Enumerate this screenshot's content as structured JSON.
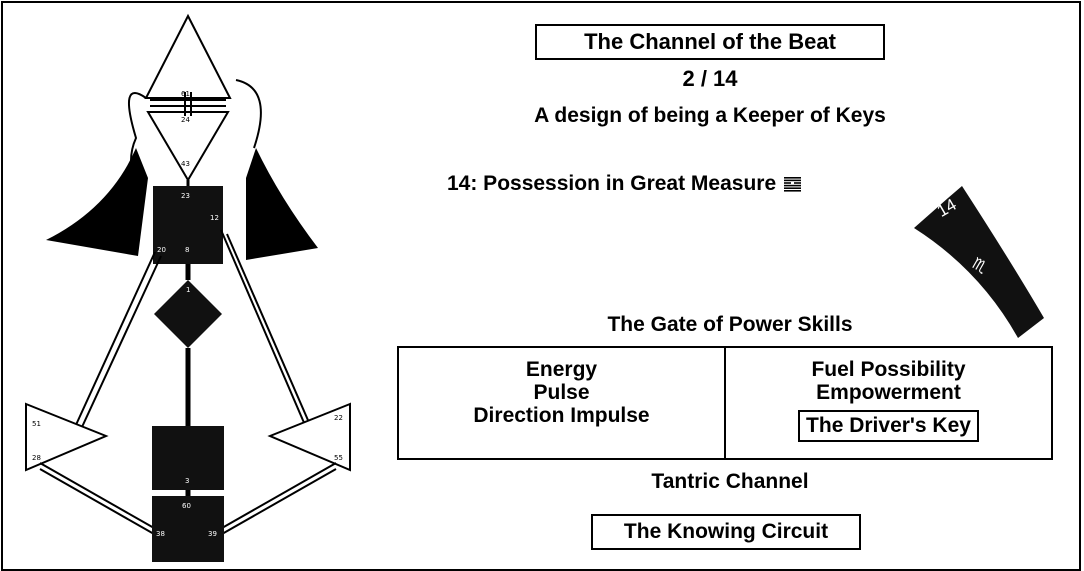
{
  "channel_title": "The Channel of the Beat",
  "channel_number": "2 / 14",
  "design_description": "A design of being a Keeper of Keys",
  "gate": {
    "label": "14: Possession in Great Measure",
    "icon": "hexagram-icon",
    "wheel_number": "14",
    "wheel_sign": "♏"
  },
  "gate_title": "The Gate of Power Skills",
  "keywords_left": [
    "Energy",
    "Pulse",
    "Direction Impulse"
  ],
  "keywords_right": [
    "Fuel Possibility",
    "Empowerment"
  ],
  "key_name": "The Driver's Key",
  "circuit_type": "Tantric Channel",
  "circuit_name": "The Knowing Circuit",
  "bodygraph_gates": {
    "head_1": "61",
    "head_2": "24",
    "ajna": "43",
    "throat_top": "23",
    "throat_right": "12",
    "throat_left": "20",
    "throat_bottom": "8",
    "g_center": "1",
    "spleen_1": "51",
    "spleen_2": "28",
    "emotional_1": "22",
    "emotional_2": "55",
    "sacral_bottom": "3",
    "root_top": "60",
    "root_left": "38",
    "root_right": "39"
  },
  "colors": {
    "ink": "#000000",
    "fill": "#111111",
    "background": "#ffffff"
  }
}
